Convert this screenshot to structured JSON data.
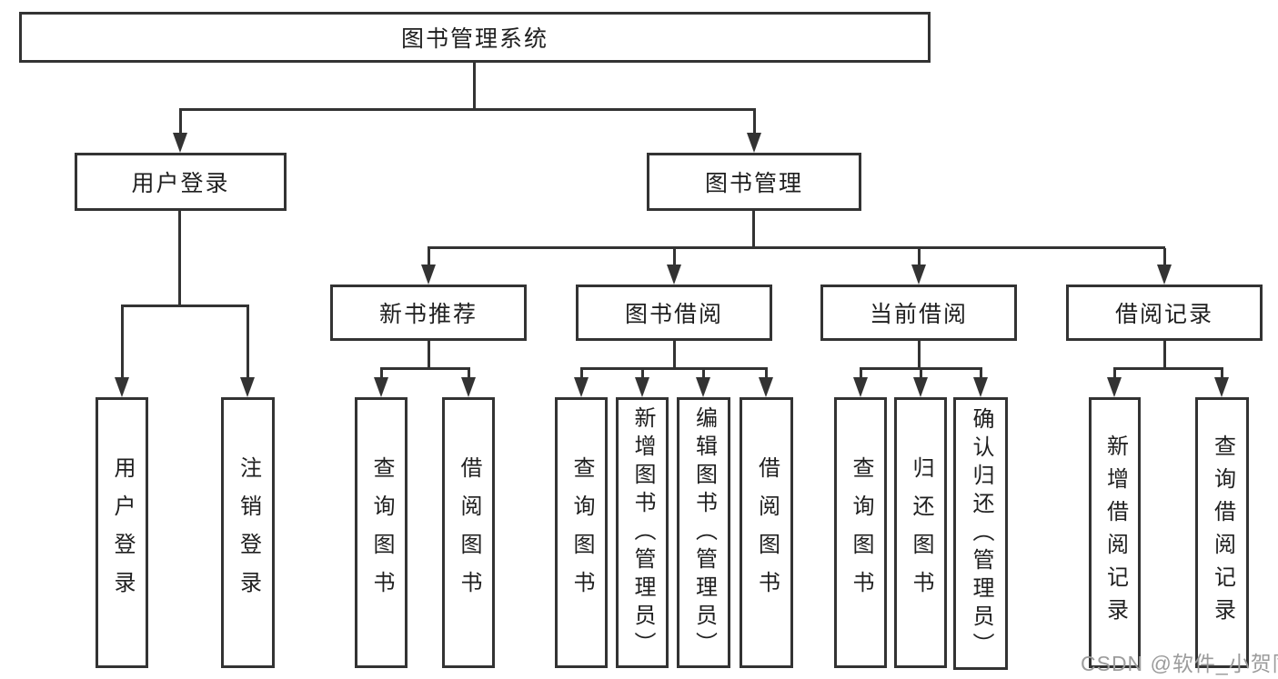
{
  "tree": {
    "root": "图书管理系统",
    "branches": [
      {
        "label": "用户登录",
        "children": [
          "用户登录",
          "注销登录"
        ]
      },
      {
        "label": "图书管理",
        "modules": [
          {
            "label": "新书推荐",
            "children": [
              "查询图书",
              "借阅图书"
            ]
          },
          {
            "label": "图书借阅",
            "children": [
              "查询图书",
              "新增图书（管理员）",
              "编辑图书（管理员）",
              "借阅图书"
            ]
          },
          {
            "label": "当前借阅",
            "children": [
              "查询图书",
              "归还图书",
              "确认归还（管理员）"
            ]
          },
          {
            "label": "借阅记录",
            "children": [
              "新增借阅记录",
              "查询借阅记录"
            ]
          }
        ]
      }
    ]
  },
  "watermark": "CSDN @软件_小贺同学",
  "colors": {
    "line": "#333333",
    "text": "#1f1f1f",
    "watermark": "#9c9c9c",
    "background": "#ffffff"
  }
}
